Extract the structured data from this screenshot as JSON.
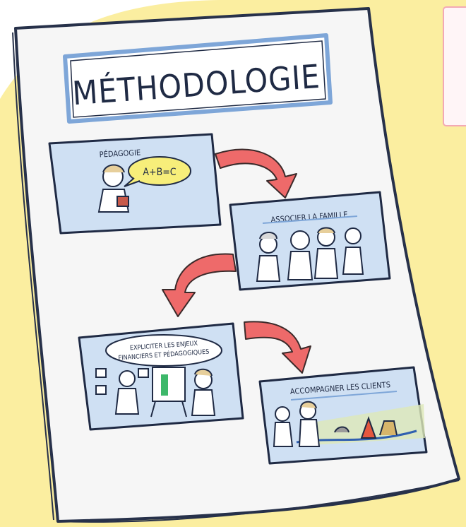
{
  "document": {
    "title": "MÉTHODOLOGIE",
    "steps": [
      {
        "label": "PÉDAGOGIE",
        "bubble": "A+B=C"
      },
      {
        "label": "ASSOCIER LA FAMILLE"
      },
      {
        "label_line1": "EXPLICITER LES ENJEUX",
        "label_line2": "FINANCIERS ET PÉDAGOGIQUES"
      },
      {
        "label": "ACCOMPAGNER LES CLIENTS"
      }
    ]
  },
  "colors": {
    "background_blob": "#fbeea0",
    "paper": "#fbfbfb",
    "panel": "#cfe0f3",
    "title_frame": "#7ea6d8",
    "arrow": "#ee6a6a",
    "arrow_outline": "#3b2a2a",
    "ink": "#1f2a44",
    "note_border": "#f3a9b5",
    "note_fill": "#fff5f7"
  }
}
